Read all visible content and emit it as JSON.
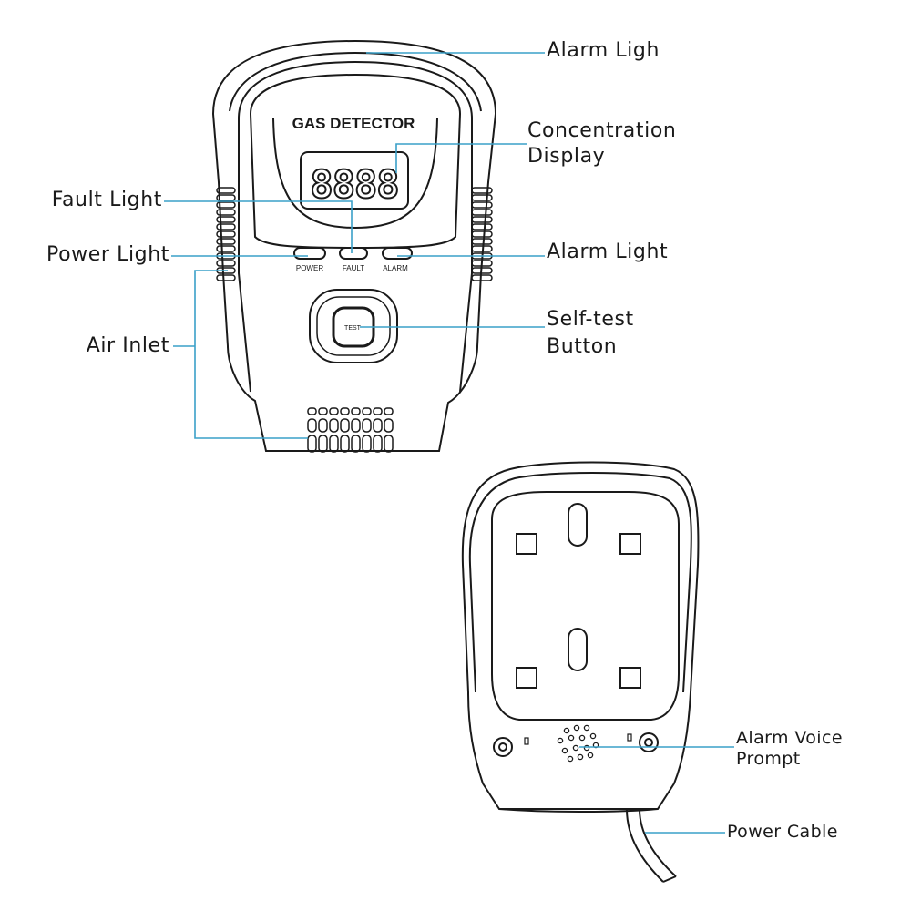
{
  "device": {
    "title": "GAS DETECTOR",
    "display_value": "8888",
    "led_labels": {
      "power": "POWER",
      "fault": "FAULT",
      "alarm": "ALARM"
    },
    "test_button_label": "TEST"
  },
  "callouts": {
    "alarm_light_top": "Alarm Ligh",
    "concentration_display": [
      "Concentration",
      "Display"
    ],
    "fault_light": "Fault Light",
    "power_light": "Power Light",
    "alarm_light": "Alarm Light",
    "self_test_button": [
      "Self-test",
      "Button"
    ],
    "air_inlet": "Air Inlet",
    "alarm_voice_prompt": [
      "Alarm Voice",
      "Prompt"
    ],
    "power_cable": "Power Cable"
  },
  "colors": {
    "leader_line": "#3aa0c8",
    "outline": "#1a1a1a"
  }
}
